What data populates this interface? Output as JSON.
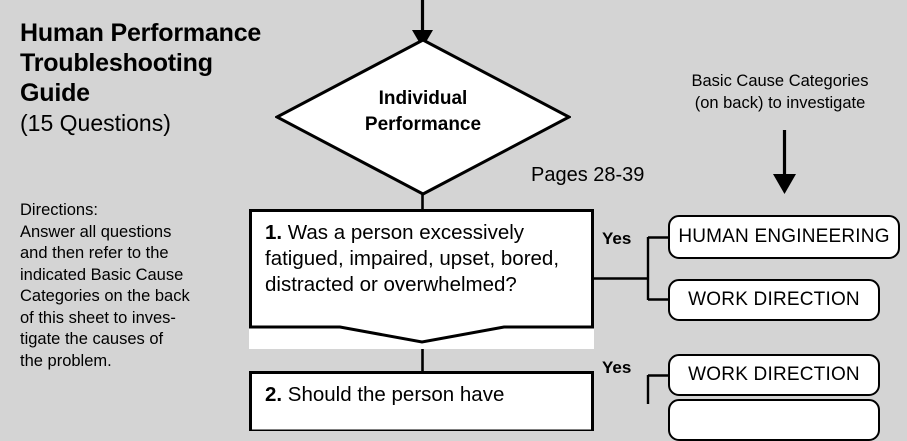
{
  "page": {
    "background_color": "#d4d4d4",
    "ink_color": "#000000",
    "shape_fill": "#ffffff"
  },
  "title": {
    "line1": "Human Performance",
    "line2": "Troubleshooting",
    "line3": "Guide",
    "subtitle": "(15 Questions)"
  },
  "directions": {
    "heading": "Directions:",
    "line1": "Answer all questions",
    "line2": "and then refer to the",
    "line3": "indicated Basic Cause",
    "line4": "Categories on the back",
    "line5": "of this sheet to inves-",
    "line6": "tigate the causes of",
    "line7": "the problem."
  },
  "diamond": {
    "label_line1": "Individual",
    "label_line2": "Performance",
    "icon": "decision-diamond"
  },
  "pages_label": "Pages 28-39",
  "basic_cause_note": {
    "line1": "Basic Cause Categories",
    "line2": "(on back) to investigate",
    "arrow_icon": "down-arrow-icon"
  },
  "questions": [
    {
      "number": "1",
      "number_text": "1.",
      "text": " Was a person excessively fatigued, impaired, upset, bored, distracted or overwhelmed?",
      "branch_label": "Yes",
      "categories": [
        "HUMAN ENGINEERING",
        "WORK DIRECTION"
      ]
    },
    {
      "number": "2",
      "number_text": "2.",
      "text": " Should the person have",
      "branch_label": "Yes",
      "categories": [
        "WORK DIRECTION"
      ]
    }
  ],
  "category_boxes": {
    "human_engineering": "HUMAN ENGINEERING",
    "work_direction_1": "WORK DIRECTION",
    "work_direction_2": "WORK DIRECTION"
  },
  "icons": {
    "top_arrow": "down-arrow-icon",
    "diamond_connector": "vertical-line",
    "q1_bottom_notch": "chevron-down-notch"
  }
}
